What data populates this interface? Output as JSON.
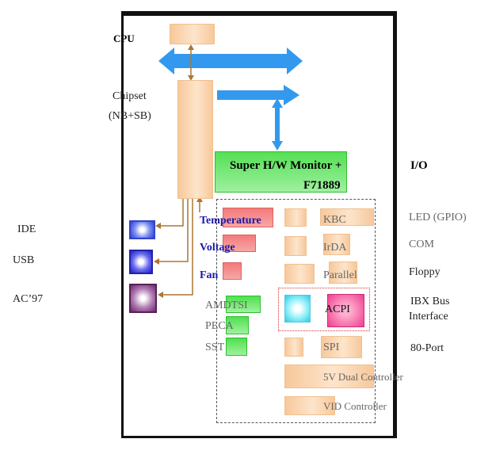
{
  "labels": {
    "cpu": "CPU",
    "chipset_line1": "Chipset",
    "chipset_line2": "(NB+SB)",
    "super_hw_line1": "Super H/W Monitor +",
    "super_hw_line2": "F71889",
    "io": "I/O",
    "ide": "IDE",
    "usb": "USB",
    "ac97": "AC’97",
    "temperature": "Temperature",
    "voltage": "Voltage",
    "fan": "Fan",
    "amdtsi": "AMDTSI",
    "peca": "PECA",
    "sst": "SST",
    "kbc": "KBC",
    "irda": "IrDA",
    "parallel": "Parallel",
    "acpi": "ACPI",
    "spi": "SPI",
    "dual_controller": "5V Dual Controller",
    "vid_controller": "VID Controller",
    "led_gpio": "LED (GPIO)",
    "com": "COM",
    "floppy": "Floppy",
    "ibx_line1": "IBX Bus",
    "ibx_line2": "Interface",
    "port80": "80-Port"
  },
  "colors": {
    "frame": "#111111",
    "bus_arrow": "#3399ee",
    "connector_arrow": "#aa7733",
    "block_orange": "#f9d3ad",
    "block_red": "#f47a7a",
    "block_green": "#44dd44",
    "acpi_pink": "#ee3d8f",
    "label_blue": "#1a1aa6"
  },
  "icons": {
    "ide": "ide-connector-icon",
    "usb": "usb-connector-icon",
    "ac97": "ac97-connector-icon"
  }
}
